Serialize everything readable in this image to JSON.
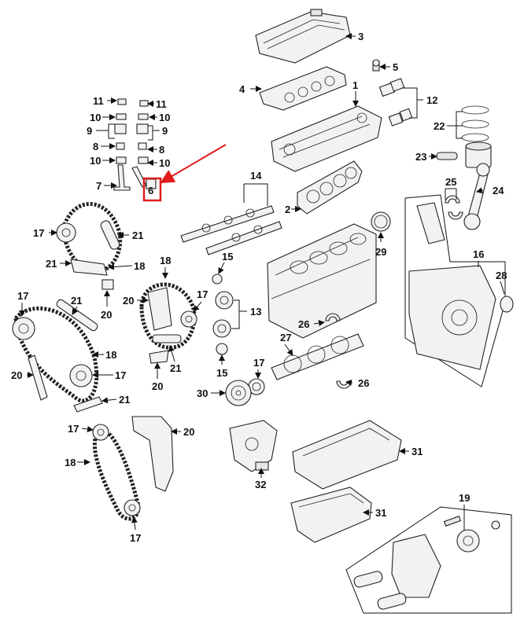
{
  "callouts": {
    "c1": "1",
    "c2": "2",
    "c3": "3",
    "c4": "4",
    "c5": "5",
    "c6": "6",
    "c7": "7",
    "c8a": "8",
    "c8b": "8",
    "c9a": "9",
    "c9b": "9",
    "c10a": "10",
    "c10b": "10",
    "c10c": "10",
    "c10d": "10",
    "c11a": "11",
    "c11b": "11",
    "c12": "12",
    "c13": "13",
    "c14": "14",
    "c15a": "15",
    "c15b": "15",
    "c16": "16",
    "c17a": "17",
    "c17b": "17",
    "c17c": "17",
    "c17d": "17",
    "c17e": "17",
    "c17f": "17",
    "c17g": "17",
    "c18a": "18",
    "c18b": "18",
    "c18c": "18",
    "c18d": "18",
    "c19": "19",
    "c20a": "20",
    "c20b": "20",
    "c20c": "20",
    "c20d": "20",
    "c20e": "20",
    "c21a": "21",
    "c21b": "21",
    "c21c": "21",
    "c21d": "21",
    "c21e": "21",
    "c22": "22",
    "c23": "23",
    "c24": "24",
    "c25": "25",
    "c26a": "26",
    "c26b": "26",
    "c27": "27",
    "c28": "28",
    "c29": "29",
    "c30": "30",
    "c31a": "31",
    "c31b": "31",
    "c32": "32"
  },
  "highlight": {
    "part": "6",
    "color": "#e01b1b"
  }
}
